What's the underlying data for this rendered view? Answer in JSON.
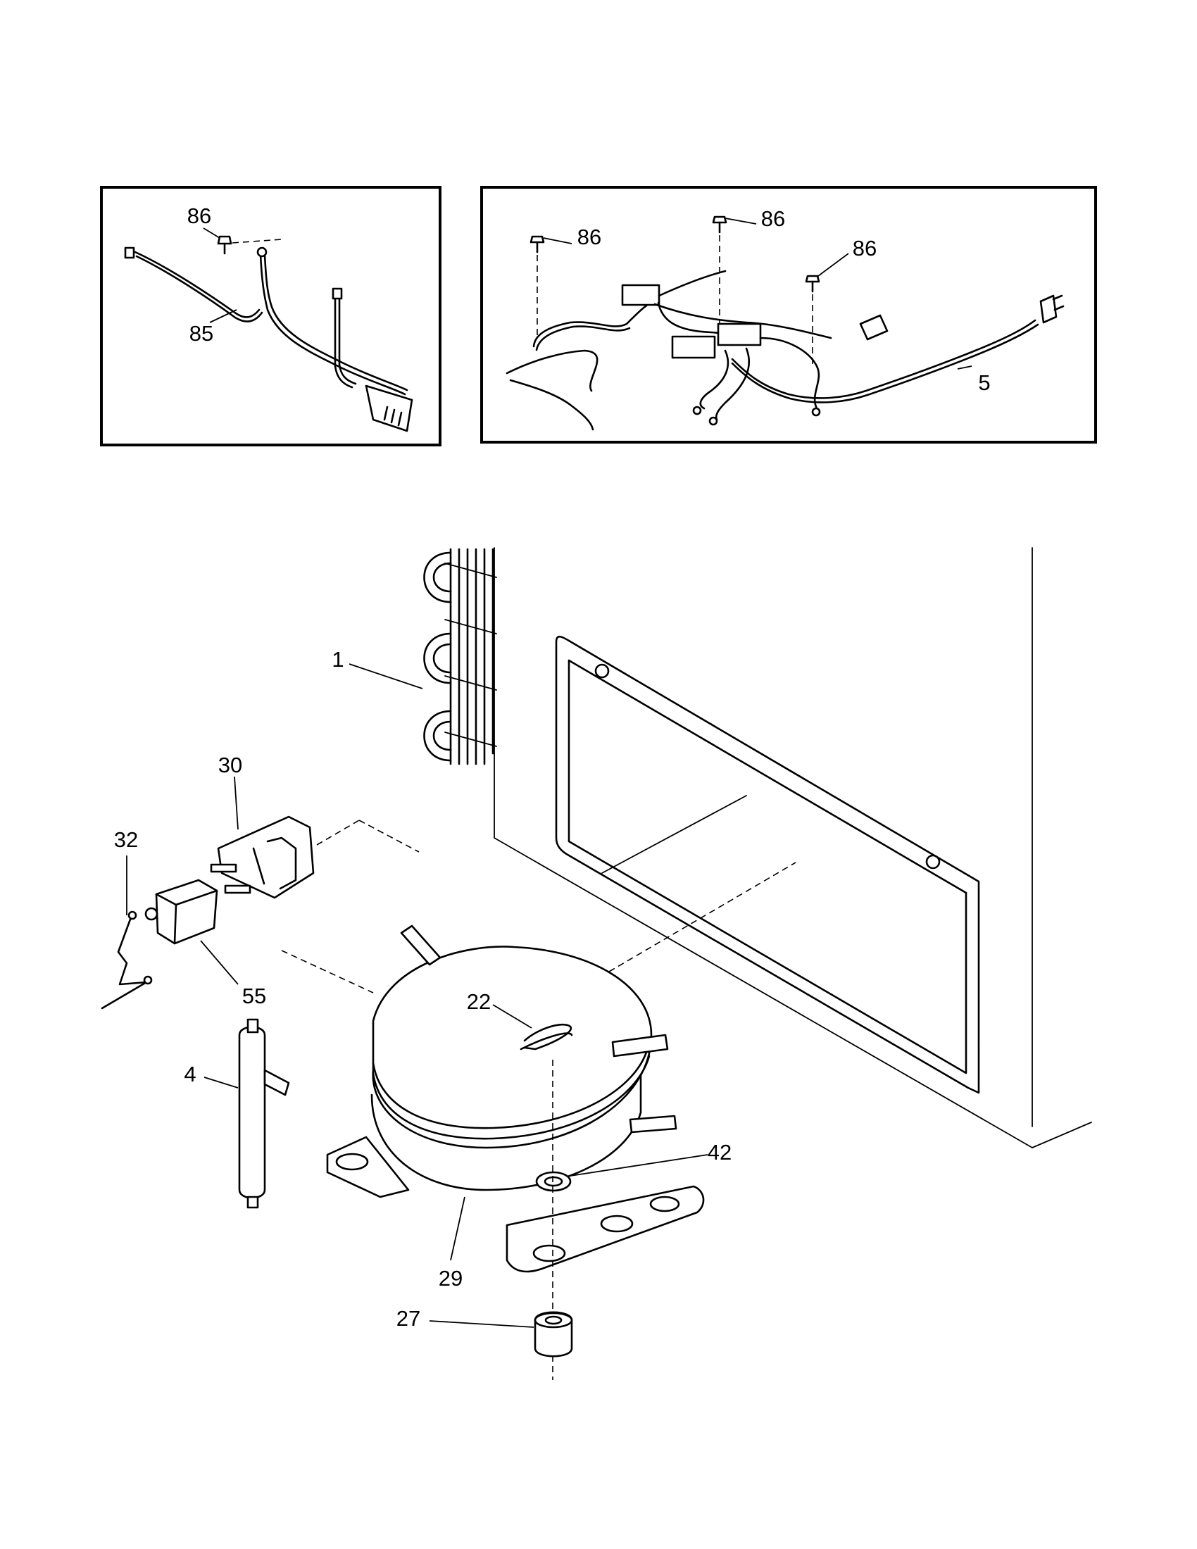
{
  "inset_left": {
    "callouts": [
      "86",
      "85"
    ]
  },
  "inset_right": {
    "callouts": [
      "86",
      "86",
      "86",
      "5"
    ]
  },
  "main": {
    "callouts": [
      "1",
      "30",
      "32",
      "55",
      "4",
      "22",
      "42",
      "29",
      "27"
    ]
  }
}
